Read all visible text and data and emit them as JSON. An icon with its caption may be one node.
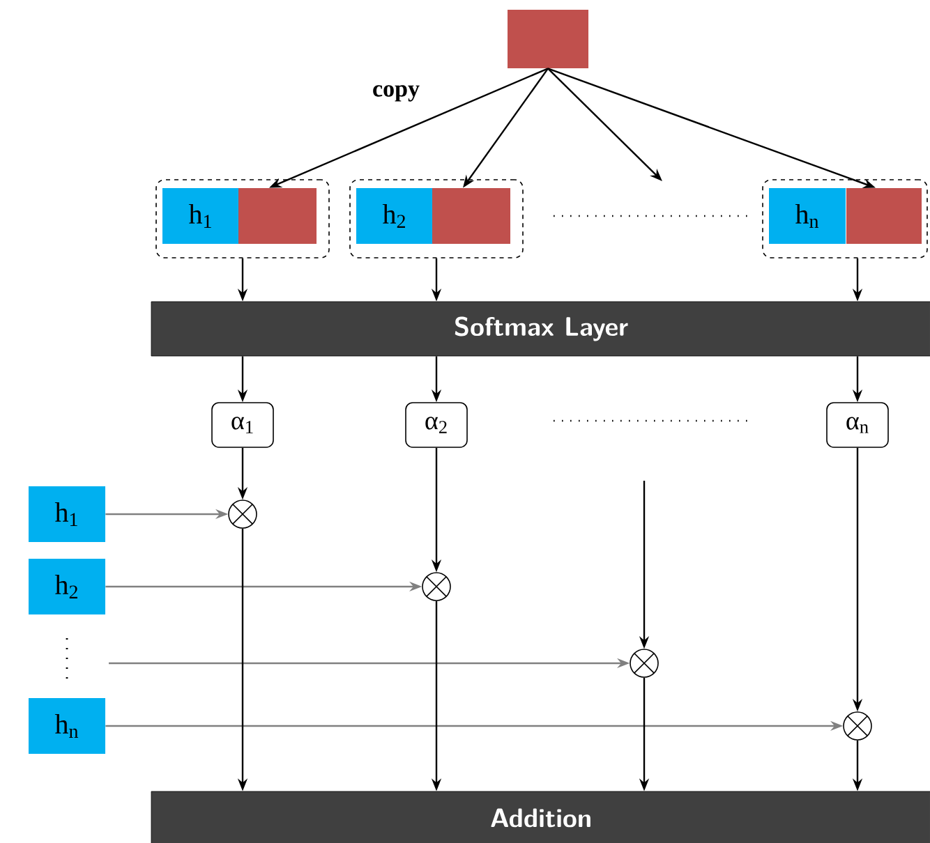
{
  "diagram": {
    "nodes": [
      {
        "text": [],
        "shape": "box"
      },
      {
        "text": [],
        "shape": "box"
      },
      {
        "text": [],
        "shape": "box"
      },
      {
        "text": [],
        "shape": "box"
      },
      {
        "text": [
          "h$_{1}$"
        ],
        "in": 1
      },
      {
        "text": [],
        "shape": "box",
        "in": 1
      },
      {
        "text": [
          "h$_{2}$"
        ],
        "in": 2
      },
      {
        "text": [],
        "shape": "box",
        "in": 2
      },
      {
        "text": [
          "h$_{n}$"
        ],
        "in": 3
      },
      {
        "text": [],
        "shape": "box",
        "in": 3
      },
      {
        "text": [
          "Softmax Layer"
        ]
      },
      {
        "text": [
          "α$_{1}$"
        ]
      },
      {
        "text": [
          "α$_{2}$"
        ]
      },
      {
        "text": [
          "α$_{n}$"
        ]
      },
      {
        "text": [
          "h$_{1}$"
        ]
      },
      {
        "text": [
          "h$_{2}$"
        ]
      },
      {
        "text": [
          "h$_{n}$"
        ]
      },
      {
        "text": [],
        "shape": "circle"
      },
      {
        "text": [],
        "shape": "circle"
      },
      {
        "text": [],
        "shape": "circle"
      },
      {
        "text": [],
        "shape": "circle"
      },
      {
        "text": [
          "Addition"
        ]
      }
    ],
    "edges": [
      {
        "from": 0,
        "to": 5,
        "arrow": "to"
      },
      {
        "from": 0,
        "to": 7,
        "arrow": "to"
      },
      {
        "from": 0,
        "to": null,
        "arrow": "to"
      },
      {
        "from": 0,
        "to": 9,
        "arrow": "to"
      },
      {
        "from": 1,
        "to": 10,
        "arrow": "to"
      },
      {
        "from": 2,
        "to": 10,
        "arrow": "to"
      },
      {
        "from": 3,
        "to": 10,
        "arrow": "to"
      },
      {
        "from": 10,
        "to": 11,
        "arrow": "to"
      },
      {
        "from": 10,
        "to": 12,
        "arrow": "to"
      },
      {
        "from": 10,
        "to": 13,
        "arrow": "to"
      },
      {
        "from": 11,
        "to": 17,
        "arrow": "to"
      },
      {
        "from": 12,
        "to": 18,
        "arrow": "to"
      },
      {
        "from": null,
        "to": 19,
        "arrow": "to"
      },
      {
        "from": 13,
        "to": 20,
        "arrow": "to"
      },
      {
        "from": 14,
        "to": 17,
        "arrow": "to",
        "color": "#808080"
      },
      {
        "from": 15,
        "to": 18,
        "arrow": "to",
        "color": "#808080"
      },
      {
        "from": null,
        "to": 19,
        "arrow": "to",
        "color": "#808080"
      },
      {
        "from": 16,
        "to": 20,
        "arrow": "to",
        "color": "#808080"
      },
      {
        "from": 17,
        "to": 21,
        "arrow": "to"
      },
      {
        "from": 18,
        "to": 21,
        "arrow": "to"
      },
      {
        "from": 19,
        "to": 21,
        "arrow": "to"
      },
      {
        "from": 20,
        "to": 21,
        "arrow": "to"
      }
    ],
    "labels": [
      "copy"
    ]
  }
}
